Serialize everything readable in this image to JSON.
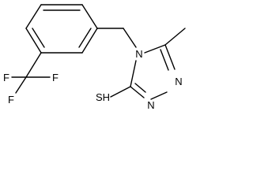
{
  "molecule": {
    "atoms": {
      "n4": "N",
      "n2": "N",
      "n1": "N",
      "sh": "SH",
      "f1": "F",
      "f2": "F",
      "f3": "F"
    }
  },
  "colors": {
    "bond": "#000000",
    "text": "#000000",
    "background": "#ffffff"
  }
}
